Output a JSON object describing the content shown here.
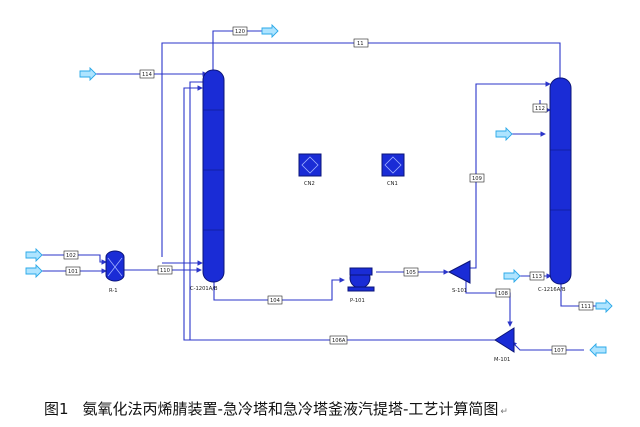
{
  "figure": {
    "caption_number": "图1",
    "caption_title": "氨氧化法丙烯腈装置-急冷塔和急冷塔釜液汽提塔-工艺计算简图",
    "caption_mark": "↵"
  },
  "streams": {
    "s_top_right": "11",
    "s_overhead": "120",
    "s_feed_upper": "114",
    "s_feed_a": "102",
    "s_feed_b": "101",
    "s_to_column": "110",
    "s_bottom": "104",
    "s_pump_out": "105",
    "s_split_up": "109",
    "s_split_down": "108",
    "s_col2_side": "112",
    "s_col2_feed": "113",
    "s_col2_out": "111",
    "s_return": "106A",
    "s_mixer_in": "107"
  },
  "equipment": {
    "reactor": "R-1",
    "quench_column": "C-1201A/B",
    "pump": "P-101",
    "splitter": "S-101",
    "stripper": "C-1216A/B",
    "mixer": "M-101",
    "unit_a": "CN2",
    "unit_b": "CN1"
  },
  "colors": {
    "vessel": "#1a2cd6",
    "line": "#2b35c9",
    "feed_arrow": "#aee4ff"
  }
}
